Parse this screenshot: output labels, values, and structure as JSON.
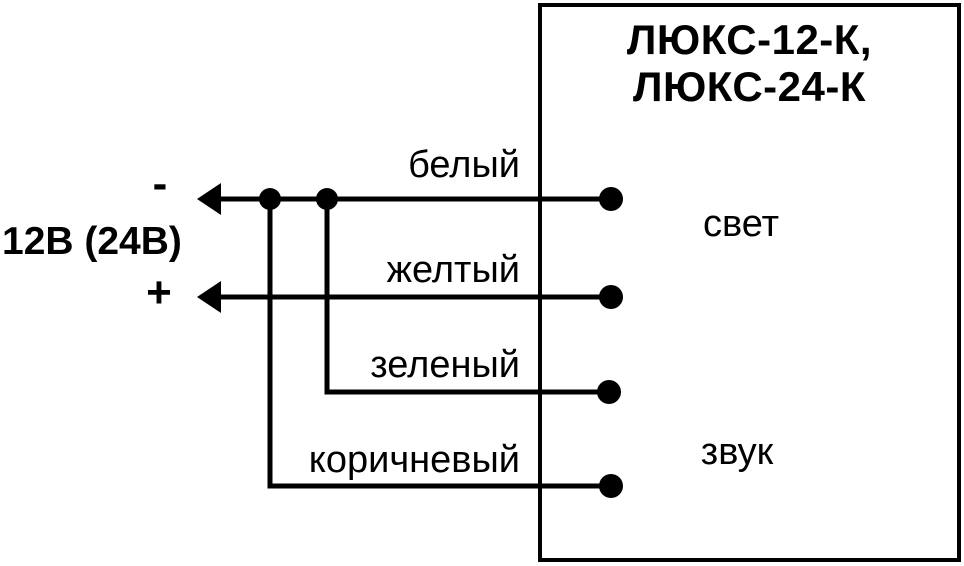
{
  "colors": {
    "ink": "#000000",
    "background": "#ffffff"
  },
  "device": {
    "title_line1": "ЛЮКС-12-К,",
    "title_line2": "ЛЮКС-24-К",
    "output_light": "свет",
    "output_sound": "звук"
  },
  "power": {
    "label": "12В (24В)",
    "minus": "-",
    "plus": "+"
  },
  "wires": {
    "white": "белый",
    "yellow": "желтый",
    "green": "зеленый",
    "brown": "коричневый"
  }
}
